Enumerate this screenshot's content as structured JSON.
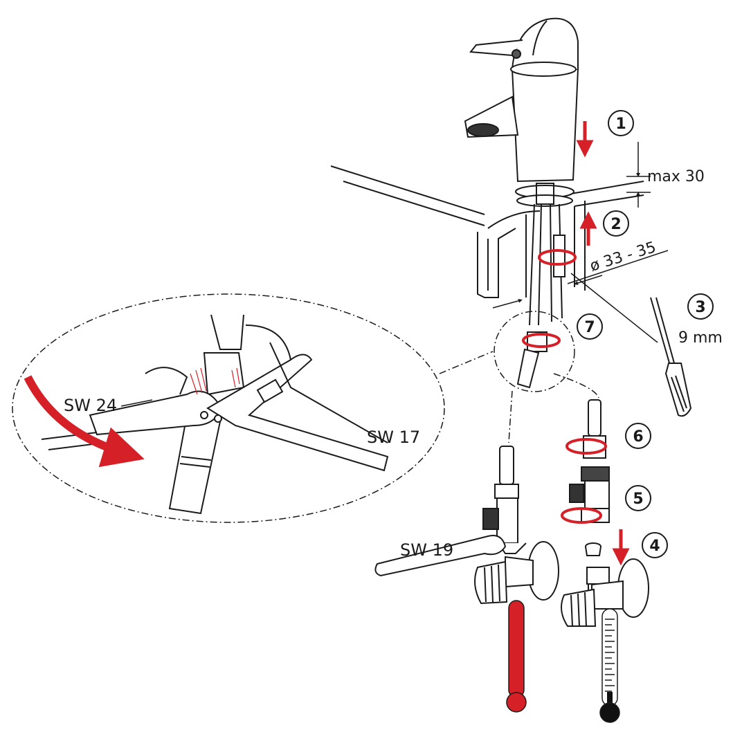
{
  "steps": [
    {
      "number": "1"
    },
    {
      "number": "2"
    },
    {
      "number": "3"
    },
    {
      "number": "4"
    },
    {
      "number": "5"
    },
    {
      "number": "6"
    },
    {
      "number": "7"
    }
  ],
  "labels": {
    "max_height": "max 30",
    "hole_diameter": "ø 33 - 35",
    "hex_key_size": "9 mm",
    "wrench_sw24": "SW 24",
    "wrench_sw17": "SW 17",
    "wrench_sw19": "SW 19"
  },
  "colors": {
    "accent": "#d62028",
    "line": "#1a1a1a",
    "hot": "#d62028",
    "cold": "#111111"
  }
}
